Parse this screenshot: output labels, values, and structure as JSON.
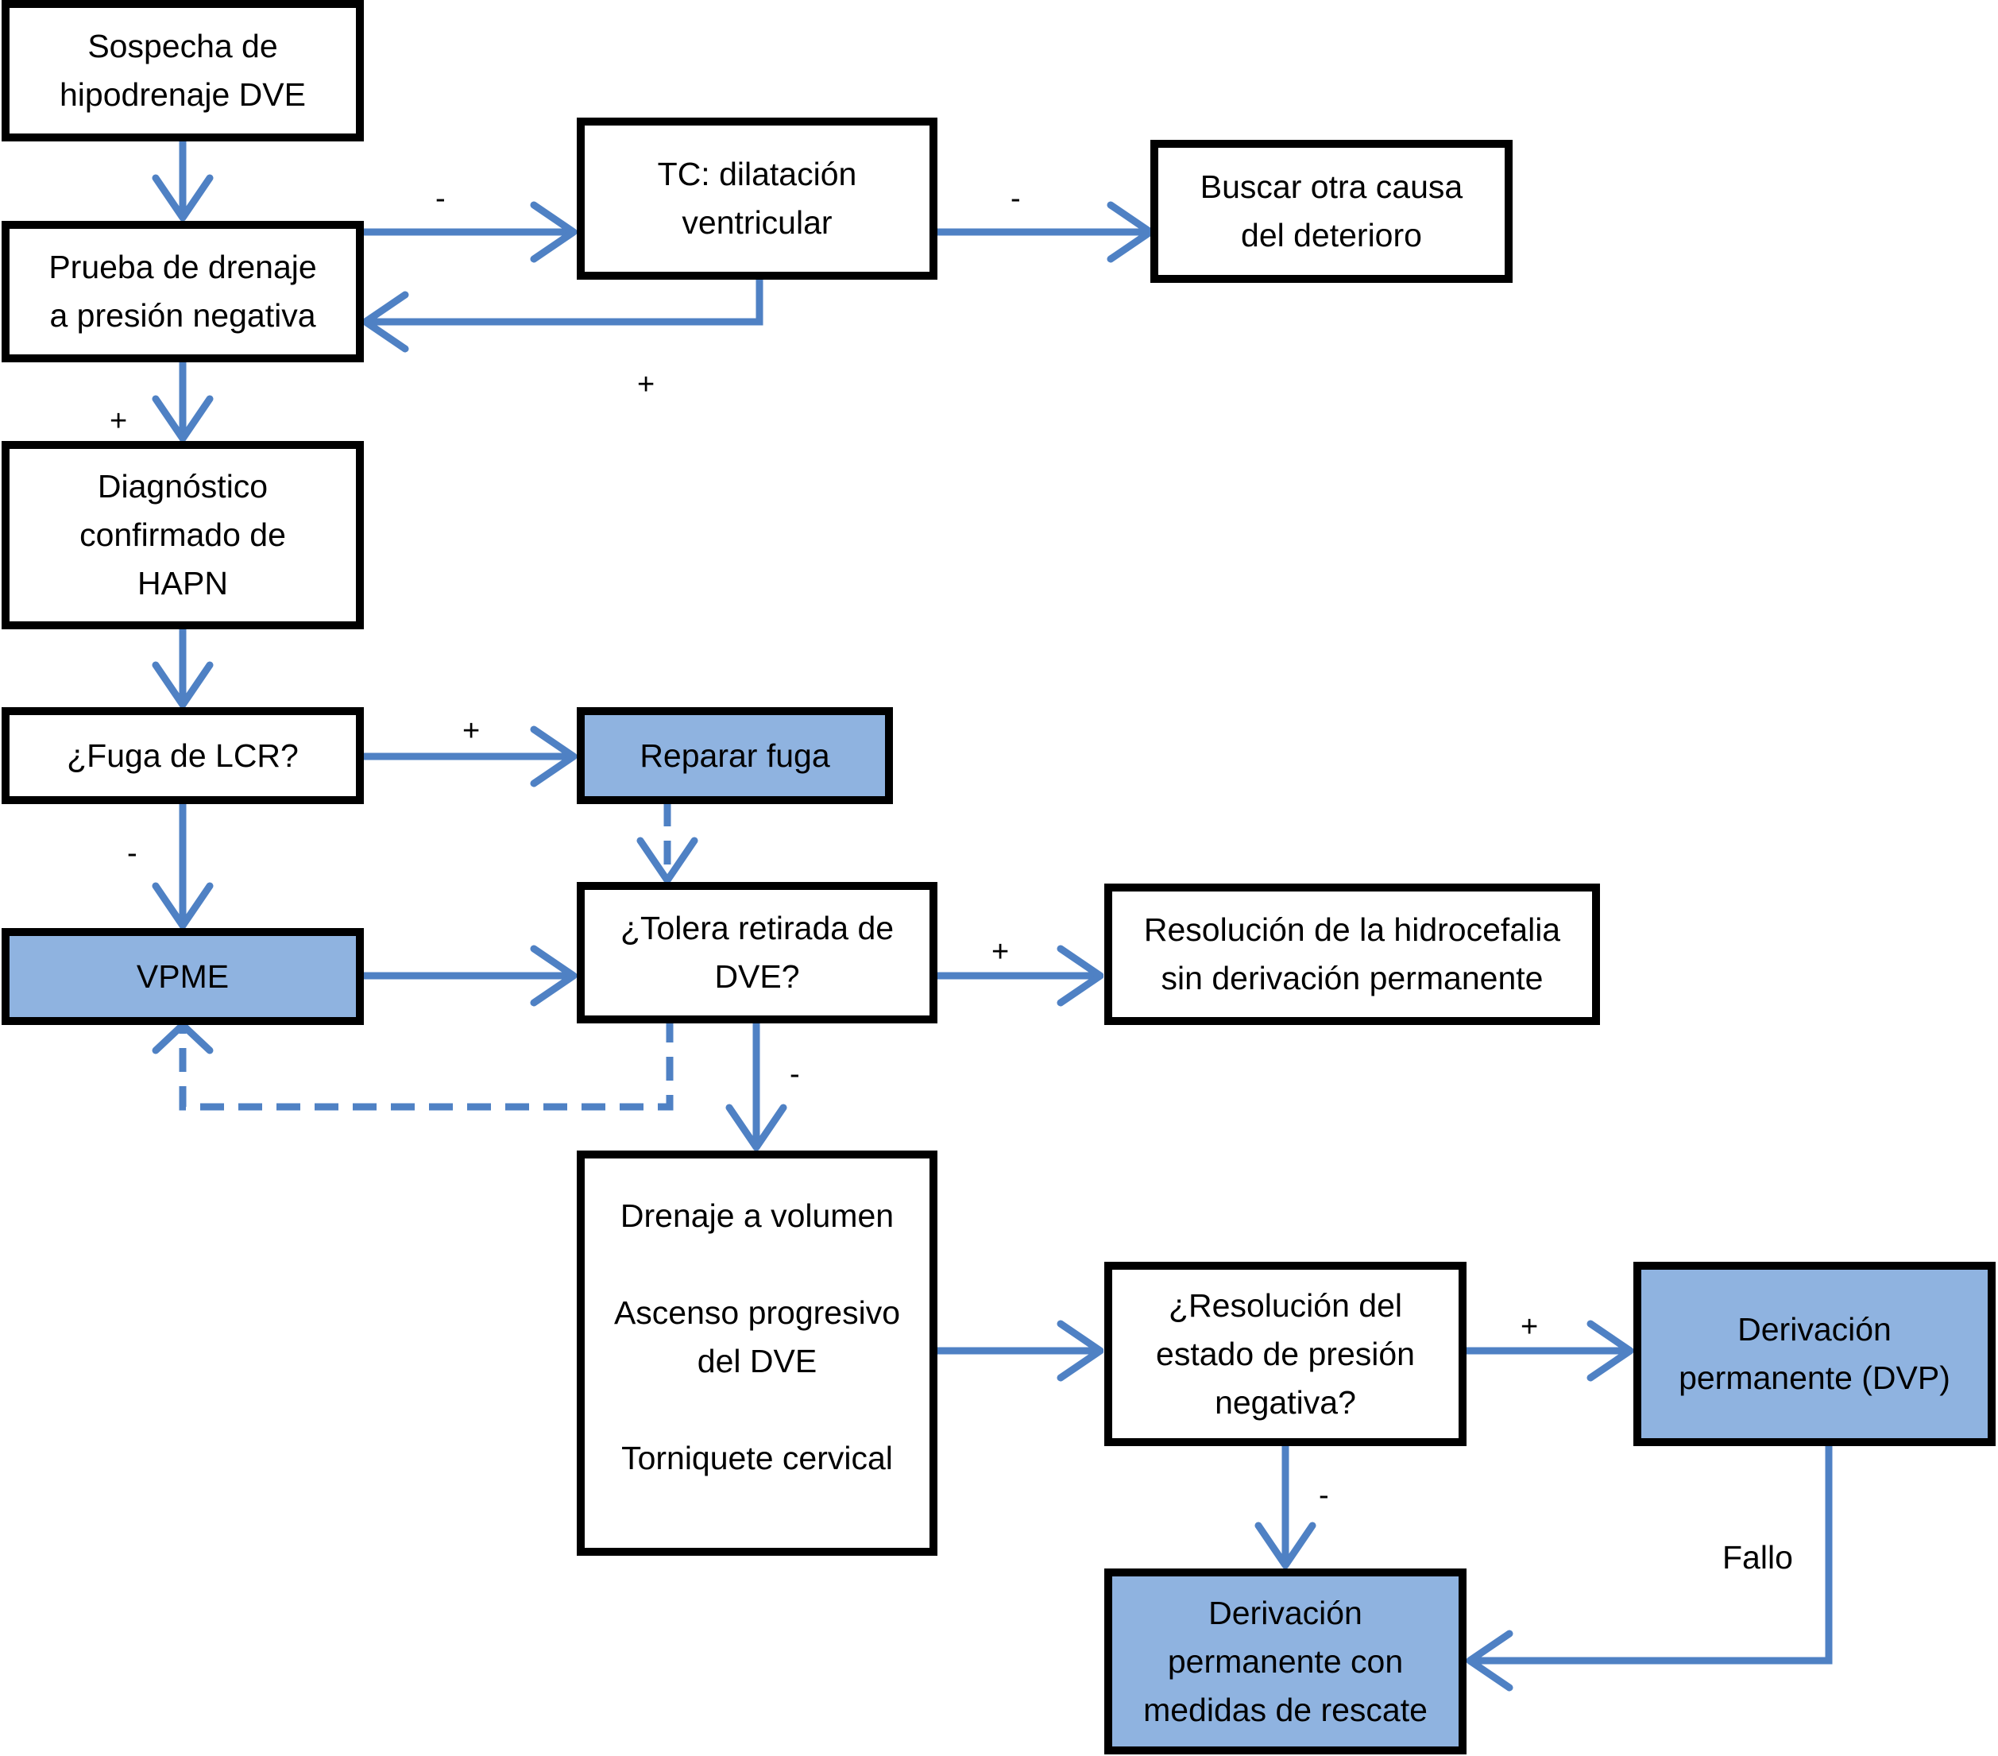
{
  "boxes": {
    "sospecha": "Sospecha de\nhipodrenaje  DVE",
    "prueba": "Prueba de drenaje\na presión negativa",
    "tc": "TC: dilatación\nventricular",
    "buscar": "Buscar otra causa\ndel deterioro",
    "diagnostico": "Diagnóstico\nconfirmado de\nHAPN",
    "fuga": "¿Fuga de LCR?",
    "reparar": "Reparar fuga",
    "vpme": "VPME",
    "tolera": "¿Tolera retirada de\nDVE?",
    "resolucion_hidro": "Resolución de la hidrocefalia\nsin derivación permanente",
    "drenaje": "Drenaje a volumen\n\nAscenso progresivo\ndel DVE\n\nTorniquete cervical",
    "resolucion_estado": "¿Resolución del\nestado de presión\nnegativa?",
    "dvp": "Derivación\npermanente (DVP)",
    "rescate": "Derivación\npermanente con\nmedidas de rescate"
  },
  "labels": {
    "minus_tc": "-",
    "minus_buscar": "-",
    "plus_tc_back": "+",
    "plus_diag": "+",
    "plus_fuga": "+",
    "minus_fuga": "-",
    "plus_tolera": "+",
    "minus_tolera": "-",
    "plus_resol": "+",
    "minus_resol": "-",
    "fallo": "Fallo"
  },
  "colors": {
    "arrow": "#4f81c4",
    "fill": "#8fb3e0",
    "border": "#000000"
  }
}
